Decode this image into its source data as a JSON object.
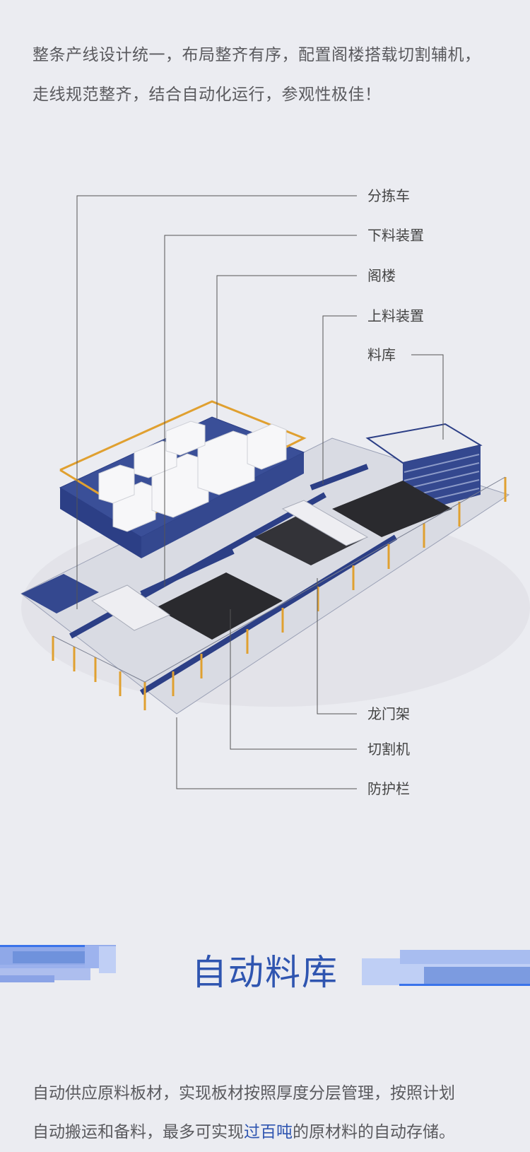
{
  "intro": {
    "line1": "整条产线设计统一，布局整齐有序，配置阁楼搭载切割辅机，",
    "line2": "走线规范整齐，结合自动化运行，参观性极佳！"
  },
  "labels": {
    "sorting_cart": "分拣车",
    "unloading": "下料装置",
    "loft": "阁楼",
    "loading": "上料装置",
    "storage": "料库",
    "gantry": "龙门架",
    "cutter": "切割机",
    "fence": "防护栏"
  },
  "section": {
    "title": "自动料库",
    "desc_line1": "自动供应原料板材，实现板材按照厚度分层管理，按照计划",
    "desc_line2_a": "自动搬运和备料，最多可实现",
    "desc_line2_highlight": "过百吨",
    "desc_line2_b": "的原材料的自动存储。"
  },
  "colors": {
    "accent": "#2f55b0",
    "frame": "#2c3f86",
    "rail": "#e0a030",
    "bg": "#ebecf1"
  }
}
